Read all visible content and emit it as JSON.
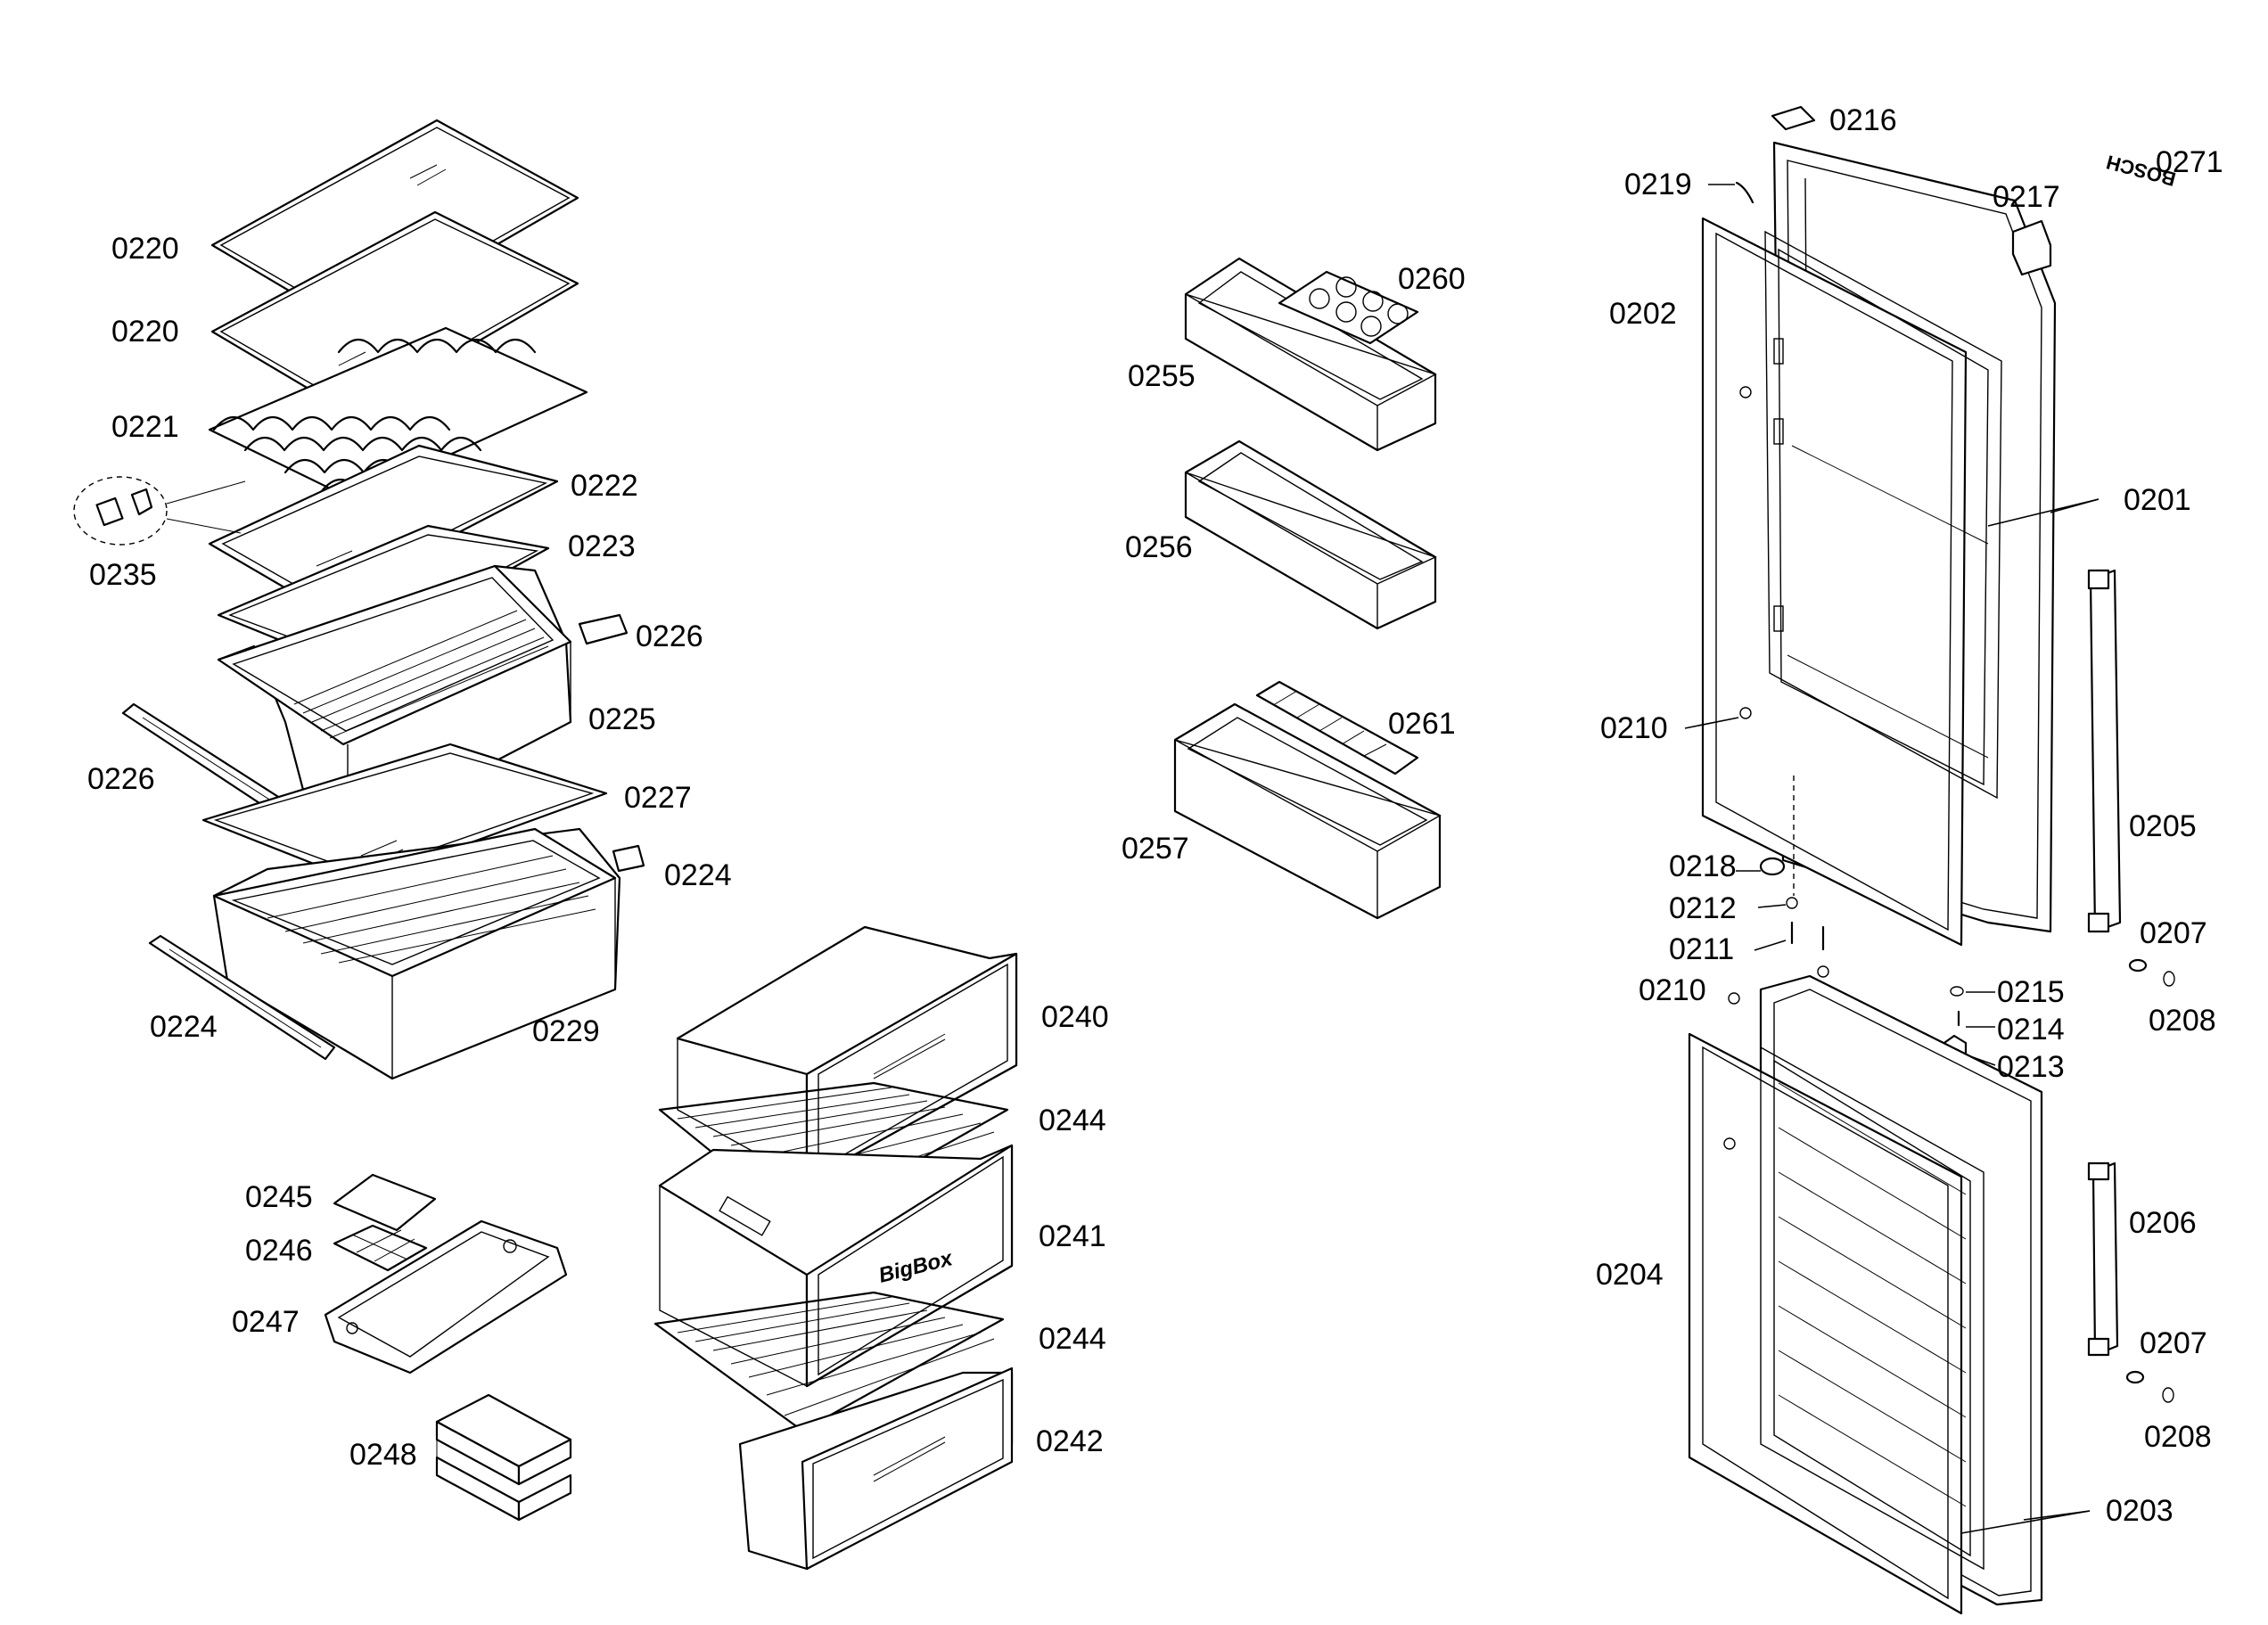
{
  "labels": {
    "l0220a": "0220",
    "l0220b": "0220",
    "l0221": "0221",
    "l0222": "0222",
    "l0223": "0223",
    "l0235": "0235",
    "l0226a": "0226",
    "l0226b": "0226",
    "l0225": "0225",
    "l0227": "0227",
    "l0224a": "0224",
    "l0224b": "0224",
    "l0229": "0229",
    "l0245": "0245",
    "l0246": "0246",
    "l0247": "0247",
    "l0248": "0248",
    "l0240": "0240",
    "l0244a": "0244",
    "l0241": "0241",
    "l0244b": "0244",
    "l0242": "0242",
    "l0260": "0260",
    "l0255": "0255",
    "l0256": "0256",
    "l0261": "0261",
    "l0257": "0257",
    "l0216": "0216",
    "l0219": "0219",
    "l0217": "0217",
    "l0271": "0271",
    "l0202": "0202",
    "l0201": "0201",
    "l0210a": "0210",
    "l0205": "0205",
    "l0218": "0218",
    "l0212": "0212",
    "l0211": "0211",
    "l0207a": "0207",
    "l0210b": "0210",
    "l0215": "0215",
    "l0214": "0214",
    "l0208a": "0208",
    "l0213": "0213",
    "l0206": "0206",
    "l0204": "0204",
    "l0207b": "0207",
    "l0208b": "0208",
    "l0203": "0203"
  },
  "logo": "BOSCH",
  "drawer_text": "BigBox"
}
